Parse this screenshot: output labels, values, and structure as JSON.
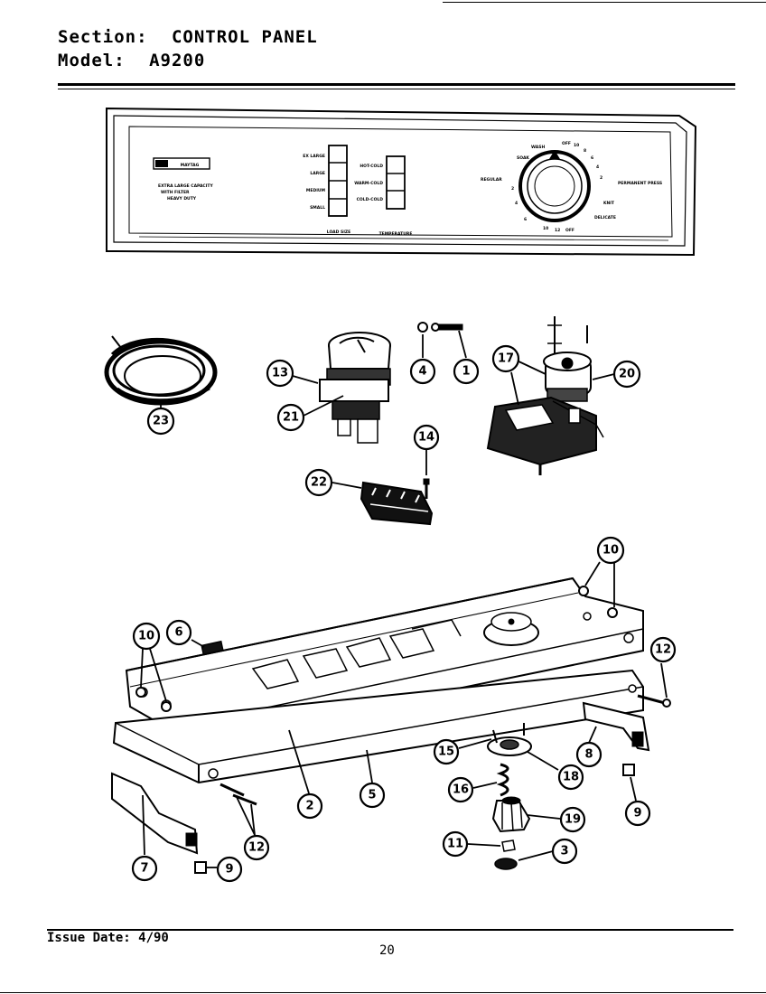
{
  "header": {
    "section_label": "Section:",
    "section_value": "CONTROL PANEL",
    "model_label": "Model:",
    "model_value": "A9200"
  },
  "panel": {
    "brand": "MAYTAG",
    "subtitle_lines": [
      "EXTRA LARGE CAPACITY",
      "WITH FILTER",
      "HEAVY DUTY"
    ],
    "load_sizes": [
      "EX LARGE",
      "LARGE",
      "MEDIUM",
      "SMALL"
    ],
    "load_size_caption": "LOAD SIZE",
    "temperatures": [
      "HOT-COLD",
      "WARM-COLD",
      "COLD-COLD"
    ],
    "temperature_caption": "TEMPERATURE",
    "dial_numbers": [
      "OFF",
      "10",
      "8",
      "6",
      "4",
      "2",
      "OFF",
      "12",
      "10",
      "6",
      "4",
      "2"
    ],
    "cycle_labels": [
      "REGULAR",
      "PERMANENT PRESS",
      "SOAK",
      "WASH",
      "KNIT",
      "DELICATE"
    ]
  },
  "callouts": [
    "1",
    "3",
    "4",
    "5",
    "6",
    "7",
    "8",
    "9",
    "9",
    "10",
    "10",
    "11",
    "12",
    "12",
    "13",
    "14",
    "15",
    "16",
    "17",
    "18",
    "19",
    "20",
    "21",
    "22",
    "23",
    "2"
  ],
  "footer": {
    "issue_date": "Issue Date: 4/90",
    "page_number": "20"
  }
}
